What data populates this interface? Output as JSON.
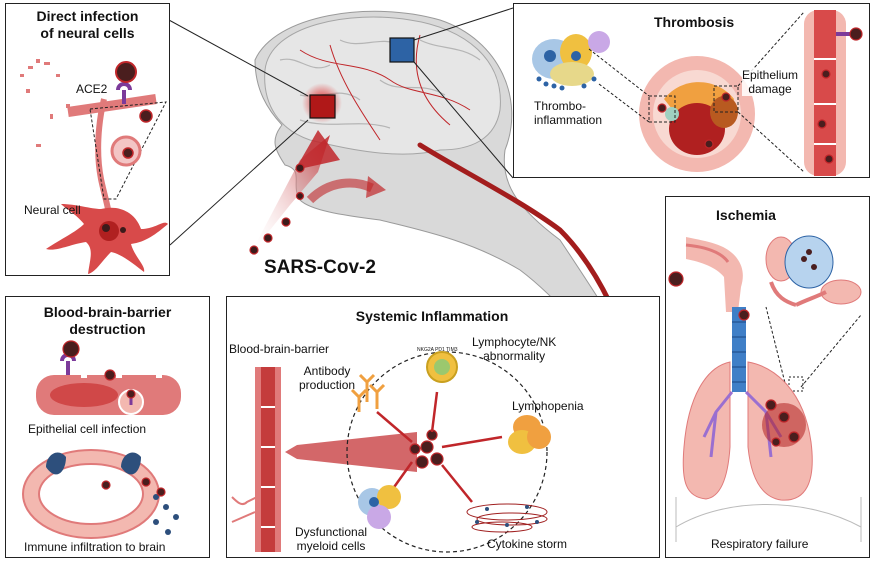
{
  "center": {
    "virus_label": "SARS-Cov-2"
  },
  "panels": {
    "direct_infection": {
      "title_line1": "Direct infection",
      "title_line2": "of neural cells",
      "ace2_label": "ACE2",
      "neural_cell_label": "Neural cell"
    },
    "thrombosis": {
      "title": "Thrombosis",
      "thrombo_label_line1": "Thrombo-",
      "thrombo_label_line2": "inflammation",
      "epithelium_line1": "Epithelium",
      "epithelium_line2": "damage"
    },
    "ischemia": {
      "title": "Ischemia",
      "respiratory_failure": "Respiratory failure"
    },
    "bbb": {
      "title_line1": "Blood-brain-barrier",
      "title_line2": "destruction",
      "epithelial_infection": "Epithelial cell infection",
      "immune_infiltration": "Immune infiltration to brain"
    },
    "systemic": {
      "title": "Systemic Inflammation",
      "bbb_label": "Blood-brain-barrier",
      "antibody_line1": "Antibody",
      "antibody_line2": "production",
      "lymph_nk_line1": "Lymphocyte/NK",
      "lymph_nk_line2": "abnormality",
      "lymphopenia": "Lymphopenia",
      "cytokine_storm": "Cytokine storm",
      "myeloid_line1": "Dysfunctional",
      "myeloid_line2": "myeloid cells",
      "receptor_a": "NKG2A",
      "receptor_b": "PD1",
      "receptor_c": "TIM3"
    }
  },
  "colors": {
    "vessel_red": "#c0262a",
    "tissue_pink": "#ee8c8c",
    "airway_blue": "#3f7fc7",
    "virus_dark": "#4a1e1e"
  }
}
